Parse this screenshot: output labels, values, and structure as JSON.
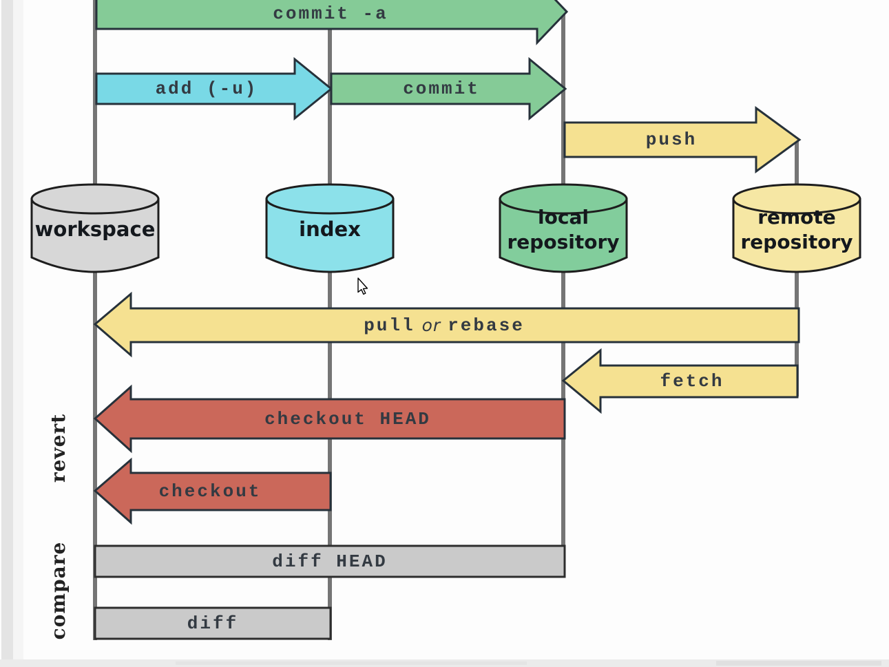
{
  "page": {
    "background": "#fdfdfd"
  },
  "diagram": {
    "nodes": [
      {
        "name": "workspace",
        "label": "workspace",
        "fill": "#d7d7d7"
      },
      {
        "name": "index",
        "label": "index",
        "fill": "#8ce1ea"
      },
      {
        "name": "local-repository",
        "label": "local\nrepository",
        "fill": "#82cd9c"
      },
      {
        "name": "remote-repository",
        "label": "remote\nrepository",
        "fill": "#f6e7a4"
      }
    ],
    "arrows": [
      {
        "name": "commit-a",
        "label": "commit -a",
        "fill": "#85cb97",
        "direction": "right",
        "from": "workspace",
        "to": "local-repository"
      },
      {
        "name": "add",
        "label": "add (-u)",
        "fill": "#79d9e6",
        "direction": "right",
        "from": "workspace",
        "to": "index"
      },
      {
        "name": "commit",
        "label": "commit",
        "fill": "#85cb97",
        "direction": "right",
        "from": "index",
        "to": "local-repository"
      },
      {
        "name": "push",
        "label": "push",
        "fill": "#f5e191",
        "direction": "right",
        "from": "local-repository",
        "to": "remote-repository"
      },
      {
        "name": "pull-or-rebase",
        "parts": {
          "a": "pull",
          "b": "or",
          "c": "rebase"
        },
        "fill": "#f5e191",
        "direction": "left",
        "from": "remote-repository",
        "to": "workspace"
      },
      {
        "name": "fetch",
        "label": "fetch",
        "fill": "#f5e191",
        "direction": "left",
        "from": "remote-repository",
        "to": "local-repository"
      },
      {
        "name": "checkout-head",
        "label": "checkout HEAD",
        "fill": "#cb685a",
        "direction": "left",
        "from": "local-repository",
        "to": "workspace"
      },
      {
        "name": "checkout",
        "label": "checkout",
        "fill": "#cb685a",
        "direction": "left",
        "from": "index",
        "to": "workspace"
      }
    ],
    "bars": [
      {
        "name": "diff-head",
        "label": "diff HEAD",
        "fill": "#cacaca",
        "from": "workspace",
        "to": "local-repository"
      },
      {
        "name": "diff",
        "label": "diff",
        "fill": "#cacaca",
        "from": "workspace",
        "to": "index"
      }
    ],
    "side_labels": [
      {
        "name": "revert",
        "label": "revert"
      },
      {
        "name": "compare",
        "label": "compare"
      }
    ],
    "line_color": "#757575",
    "outline_color": "#26313a"
  },
  "cursor": {
    "icon": "arrow-pointer-icon"
  }
}
